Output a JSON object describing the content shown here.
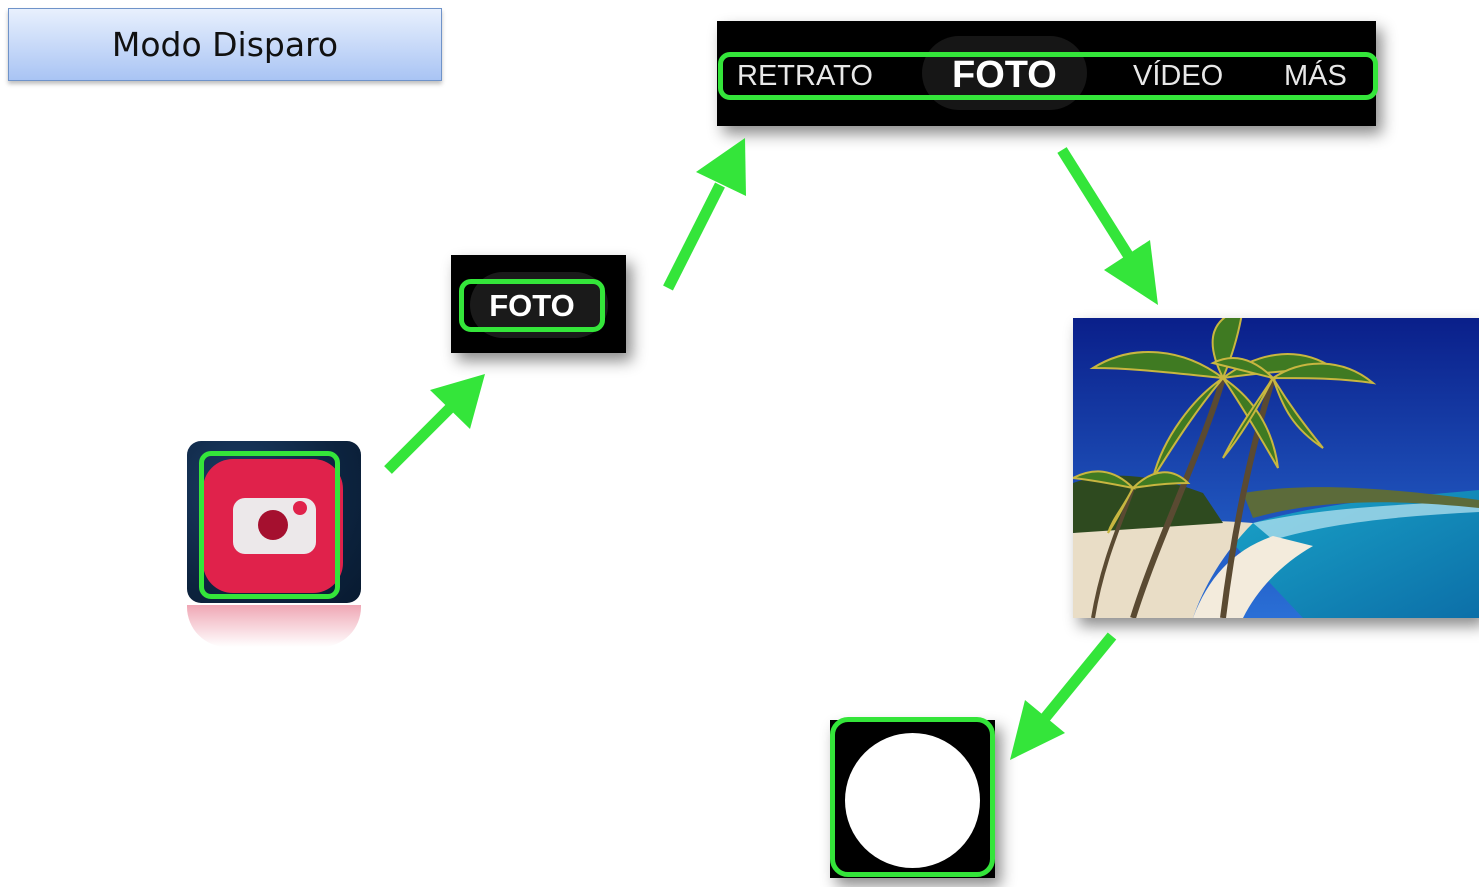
{
  "title": "Modo Disparo",
  "step2": {
    "label": "FOTO"
  },
  "mode_bar": {
    "modes": [
      "RETRATO",
      "FOTO",
      "VÍDEO",
      "MÁS"
    ],
    "active": "FOTO"
  },
  "icons": {
    "app": "camera-app-icon",
    "photo": "beach-photo",
    "shutter": "shutter-button-icon"
  },
  "colors": {
    "highlight": "#34e53a",
    "arrow": "#34e53a",
    "app_icon": "#e0224b",
    "title_box": "#a9c4f4"
  }
}
